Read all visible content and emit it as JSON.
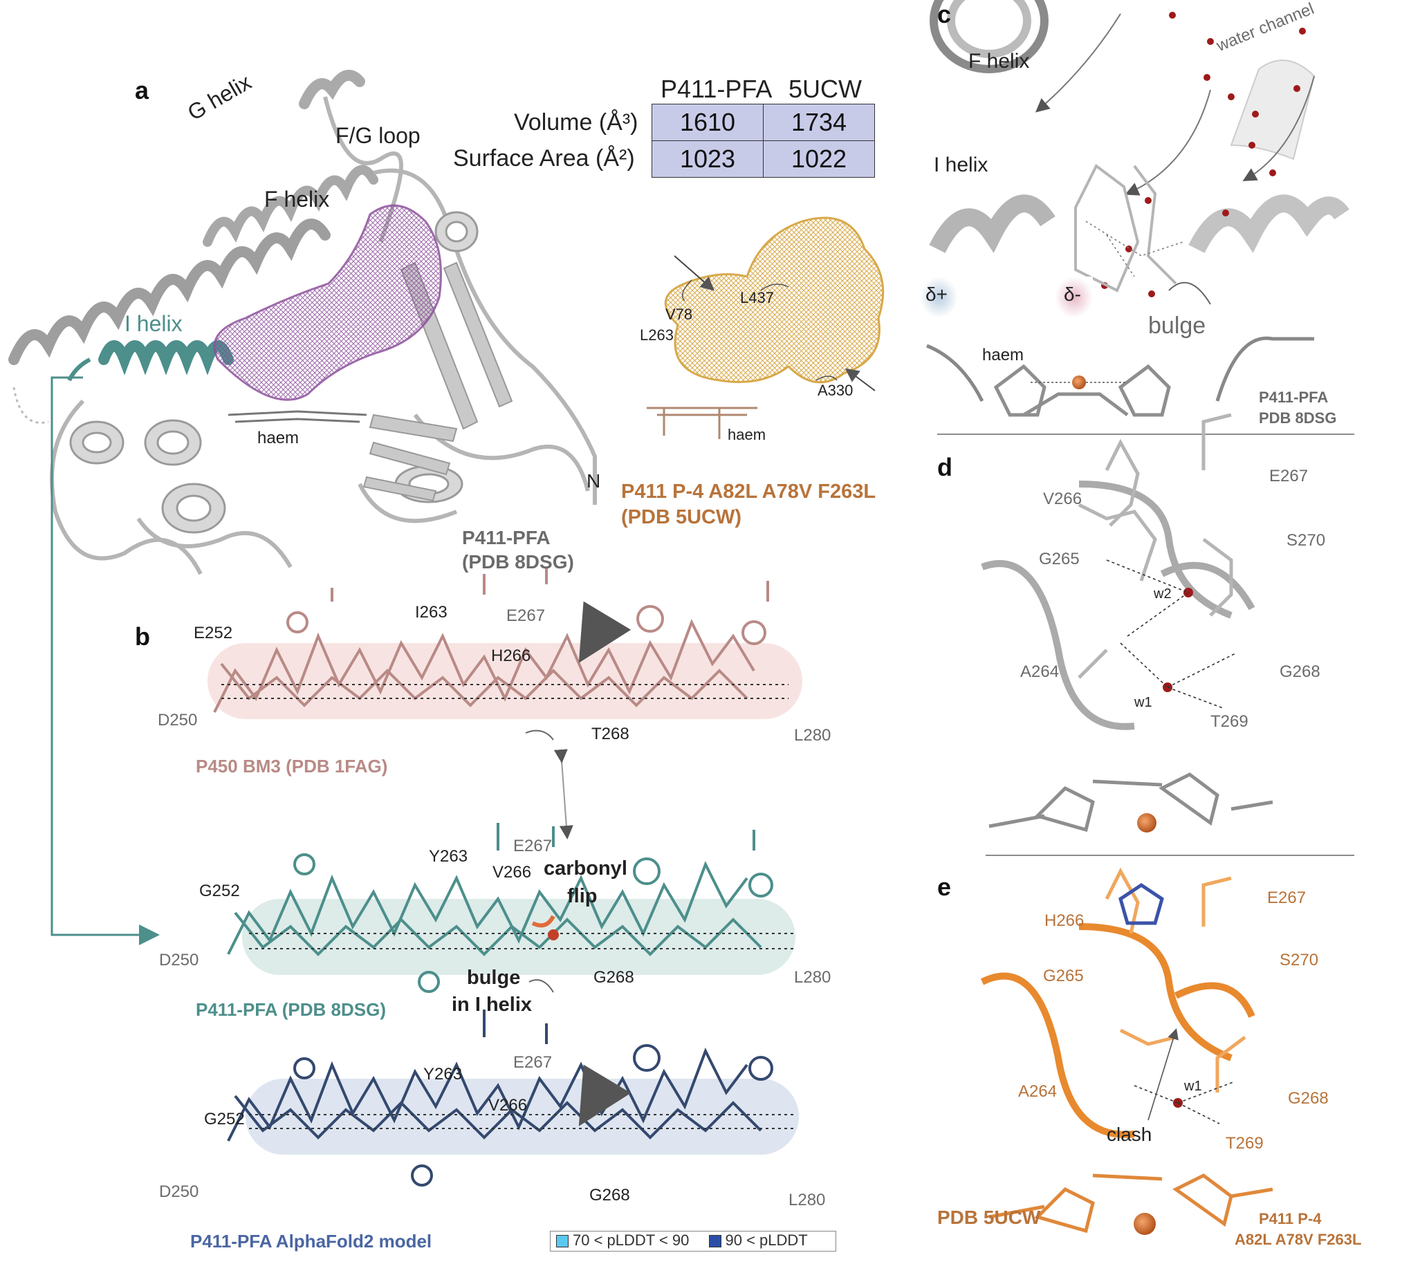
{
  "panels": {
    "a": "a",
    "b": "b",
    "c": "c",
    "d": "d",
    "e": "e"
  },
  "panel_a": {
    "g_helix": "G helix",
    "fg_loop": "F/G loop",
    "f_helix": "F helix",
    "i_helix": "I helix",
    "haem": "haem",
    "n_term": "N",
    "struct_label_1": "P411-PFA",
    "struct_label_2": "(PDB 8DSG)",
    "table": {
      "col1": "P411-PFA",
      "col2": "5UCW",
      "row1_label": "Volume (Å³)",
      "row1_v1": "1610",
      "row1_v2": "1734",
      "row2_label": "Surface Area (Å²)",
      "row2_v1": "1023",
      "row2_v2": "1022"
    },
    "pocket_labels": {
      "l437": "L437",
      "v78": "V78",
      "l263": "L263",
      "a330": "A330",
      "haem": "haem"
    },
    "ucw_label_1": "P411 P-4 A82L A78V F263L",
    "ucw_label_2": "(PDB 5UCW)"
  },
  "panel_b": {
    "bm3": {
      "e252": "E252",
      "i263": "I263",
      "e267": "E267",
      "h266": "H266",
      "d250": "D250",
      "t268": "T268",
      "l280": "L280",
      "title": "P450 BM3 (PDB 1FAG)"
    },
    "pfa": {
      "g252": "G252",
      "y263": "Y263",
      "e267": "E267",
      "v266": "V266",
      "carbonyl_1": "carbonyl",
      "carbonyl_2": "flip",
      "d250": "D250",
      "bulge_1": "bulge",
      "bulge_2": "in I helix",
      "g268": "G268",
      "l280": "L280",
      "title": "P411-PFA (PDB 8DSG)"
    },
    "af": {
      "y263": "Y263",
      "e267": "E267",
      "g252": "G252",
      "v266": "V266",
      "d250": "D250",
      "g268": "G268",
      "l280": "L280",
      "title": "P411-PFA AlphaFold2 model"
    },
    "legend": {
      "item1": "70 < pLDDT < 90",
      "item2": "90 < pLDDT",
      "color1": "#5bc8f0",
      "color2": "#2a4ea6"
    }
  },
  "panel_c": {
    "f_helix": "F helix",
    "water_channel": "water channel",
    "i_helix": "I helix",
    "delta_plus": "δ+",
    "delta_minus": "δ-",
    "bulge": "bulge",
    "haem": "haem",
    "label_1": "P411-PFA",
    "label_2": "PDB 8DSG"
  },
  "panel_d": {
    "v266": "V266",
    "e267": "E267",
    "g265": "G265",
    "s270": "S270",
    "w2": "w2",
    "a264": "A264",
    "g268": "G268",
    "w1": "w1",
    "t269": "T269"
  },
  "panel_e": {
    "h266": "H266",
    "e267": "E267",
    "s270": "S270",
    "g265": "G265",
    "a264": "A264",
    "w1": "w1",
    "g268": "G268",
    "clash": "clash",
    "t269": "T269",
    "pdb": "PDB 5UCW",
    "label_1": "P411 P-4",
    "label_2": "A82L A78V F263L"
  },
  "colors": {
    "grey_ribbon": "#bdbdbd",
    "teal": "#4c8f8b",
    "purple_mesh": "#8c4f9c",
    "gold_mesh": "#d8a94a",
    "rose": "#b98a86",
    "navy": "#34496f",
    "orange": "#e8892e",
    "water": "#9e1a1a",
    "iron": "#d0692a",
    "table_fill": "#c8cbe8"
  }
}
